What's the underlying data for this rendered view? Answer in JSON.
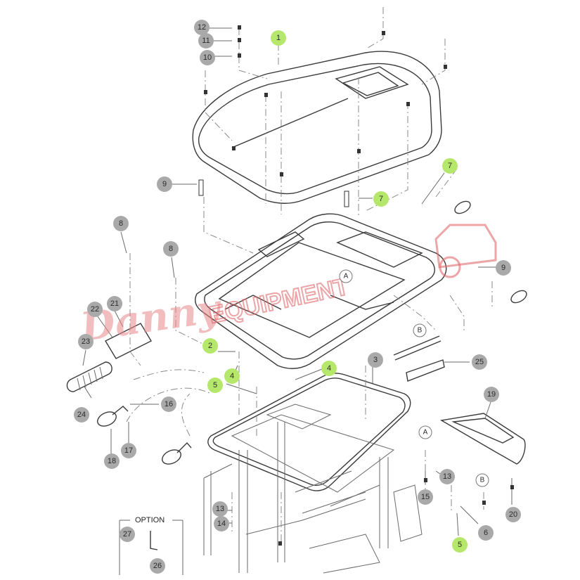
{
  "diagram": {
    "watermark_text": "Danny",
    "watermark_brand": "EQUIPMENT",
    "option_label": "OPTION",
    "reference_letters": [
      "A",
      "B"
    ],
    "callouts": [
      {
        "label": "1",
        "highlight": true
      },
      {
        "label": "2",
        "highlight": true
      },
      {
        "label": "3",
        "highlight": false
      },
      {
        "label": "4",
        "highlight": true
      },
      {
        "label": "4",
        "highlight": true
      },
      {
        "label": "5",
        "highlight": true
      },
      {
        "label": "5",
        "highlight": true
      },
      {
        "label": "6",
        "highlight": false
      },
      {
        "label": "7",
        "highlight": true
      },
      {
        "label": "7",
        "highlight": true
      },
      {
        "label": "8",
        "highlight": false
      },
      {
        "label": "8",
        "highlight": false
      },
      {
        "label": "9",
        "highlight": false
      },
      {
        "label": "9",
        "highlight": false
      },
      {
        "label": "10",
        "highlight": false
      },
      {
        "label": "11",
        "highlight": false
      },
      {
        "label": "12",
        "highlight": false
      },
      {
        "label": "13",
        "highlight": false
      },
      {
        "label": "13",
        "highlight": false
      },
      {
        "label": "14",
        "highlight": false
      },
      {
        "label": "15",
        "highlight": false
      },
      {
        "label": "16",
        "highlight": false
      },
      {
        "label": "17",
        "highlight": false
      },
      {
        "label": "18",
        "highlight": false
      },
      {
        "label": "19",
        "highlight": false
      },
      {
        "label": "20",
        "highlight": false
      },
      {
        "label": "21",
        "highlight": false
      },
      {
        "label": "22",
        "highlight": false
      },
      {
        "label": "23",
        "highlight": false
      },
      {
        "label": "24",
        "highlight": false
      },
      {
        "label": "25",
        "highlight": false
      },
      {
        "label": "26",
        "highlight": false
      },
      {
        "label": "27",
        "highlight": false
      }
    ]
  },
  "colors": {
    "highlight_fill": "#b5e86a",
    "normal_fill": "#a9a9a9",
    "watermark": "#e8888a"
  }
}
